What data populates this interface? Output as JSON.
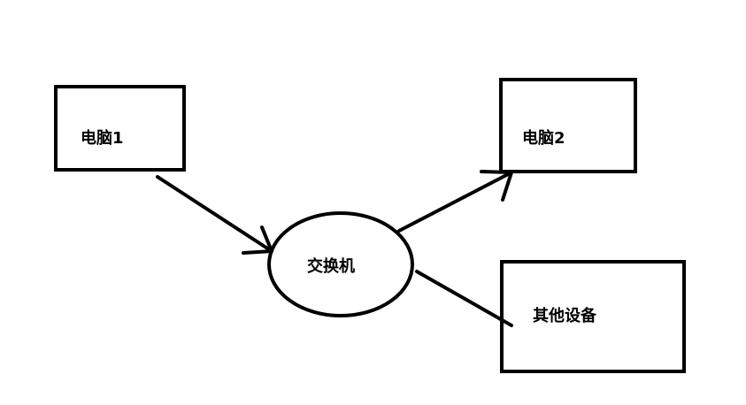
{
  "nodes": {
    "pc1": {
      "label": "电脑1"
    },
    "pc2": {
      "label": "电脑2"
    },
    "switch": {
      "label": "交换机"
    },
    "other": {
      "label": "其他设备"
    }
  },
  "colors": {
    "stroke": "#000000",
    "background": "#ffffff"
  }
}
